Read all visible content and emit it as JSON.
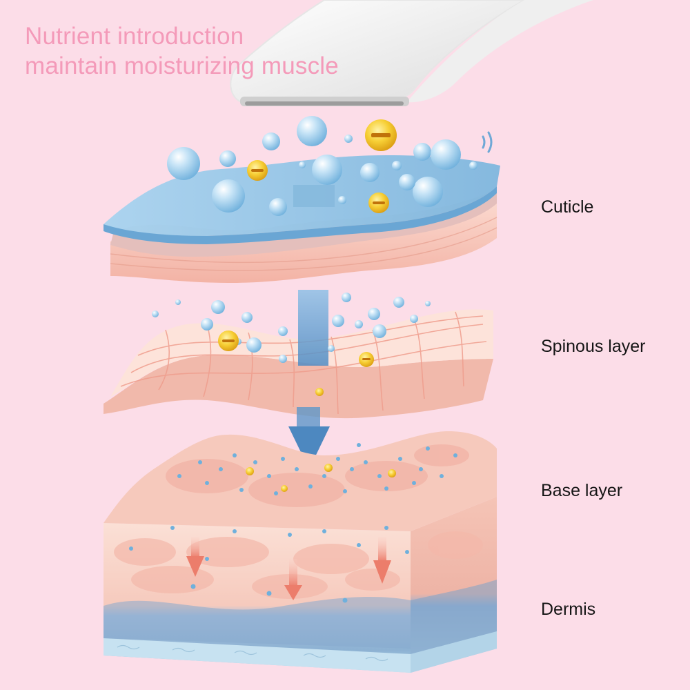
{
  "headline": {
    "line1": "Nutrient introduction",
    "line2": "maintain moisturizing muscle"
  },
  "layers": [
    {
      "key": "cuticle",
      "label": "Cuticle"
    },
    {
      "key": "spinous",
      "label": "Spinous layer"
    },
    {
      "key": "base",
      "label": "Base layer"
    },
    {
      "key": "dermis",
      "label": "Dermis"
    }
  ],
  "colors": {
    "background": "#fcdde8",
    "headline": "#f49ab9",
    "water": "#8fc2e4",
    "skin": "#f7c9bd",
    "dermis_blue": "#90b4d2",
    "nutrient": "#f5c528",
    "arrow": "#6fa3cf",
    "inner_arrow": "#f08e80"
  },
  "icons": [
    "applicator-device",
    "water-droplet",
    "nutrient-capsule",
    "down-arrow",
    "vibration-waves"
  ]
}
